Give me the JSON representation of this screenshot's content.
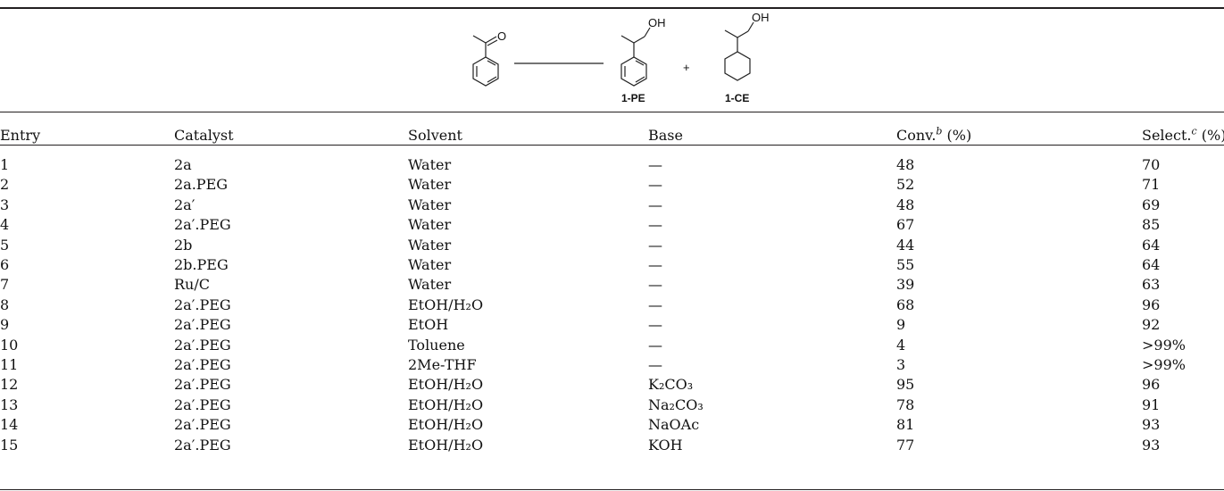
{
  "scheme": {
    "product_labels": [
      "1-PE",
      "1-CE"
    ],
    "plus": "+",
    "oxygen": "O",
    "hydroxyl": "OH"
  },
  "table": {
    "headers": {
      "entry": "Entry",
      "catalyst": "Catalyst",
      "solvent": "Solvent",
      "base": "Base",
      "conv": "Conv.",
      "conv_sup": "b",
      "conv_unit": "(%)",
      "select": "Select.",
      "select_sup": "c",
      "select_unit": "(%)"
    },
    "rows": [
      {
        "entry": "1",
        "catalyst": "2a",
        "solvent": "Water",
        "base": "—",
        "conv": "48",
        "select": "70"
      },
      {
        "entry": "2",
        "catalyst": "2a.PEG",
        "solvent": "Water",
        "base": "—",
        "conv": "52",
        "select": "71"
      },
      {
        "entry": "3",
        "catalyst": "2a′",
        "solvent": "Water",
        "base": "—",
        "conv": "48",
        "select": "69"
      },
      {
        "entry": "4",
        "catalyst": "2a′.PEG",
        "solvent": "Water",
        "base": "—",
        "conv": "67",
        "select": "85"
      },
      {
        "entry": "5",
        "catalyst": "2b",
        "solvent": "Water",
        "base": "—",
        "conv": "44",
        "select": "64"
      },
      {
        "entry": "6",
        "catalyst": "2b.PEG",
        "solvent": "Water",
        "base": "—",
        "conv": "55",
        "select": "64"
      },
      {
        "entry": "7",
        "catalyst": "Ru/C",
        "solvent": "Water",
        "base": "—",
        "conv": "39",
        "select": "63"
      },
      {
        "entry": "8",
        "catalyst": "2a′.PEG",
        "solvent": "EtOH/H₂O",
        "base": "—",
        "conv": "68",
        "select": "96"
      },
      {
        "entry": "9",
        "catalyst": "2a′.PEG",
        "solvent": "EtOH",
        "base": "—",
        "conv": "9",
        "select": "92"
      },
      {
        "entry": "10",
        "catalyst": "2a′.PEG",
        "solvent": "Toluene",
        "base": "—",
        "conv": "4",
        "select": ">99%"
      },
      {
        "entry": "11",
        "catalyst": "2a′.PEG",
        "solvent": "2Me-THF",
        "base": "—",
        "conv": "3",
        "select": ">99%"
      },
      {
        "entry": "12",
        "catalyst": "2a′.PEG",
        "solvent": "EtOH/H₂O",
        "base": "K₂CO₃",
        "conv": "95",
        "select": "96"
      },
      {
        "entry": "13",
        "catalyst": "2a′.PEG",
        "solvent": "EtOH/H₂O",
        "base": "Na₂CO₃",
        "conv": "78",
        "select": "91"
      },
      {
        "entry": "14",
        "catalyst": "2a′.PEG",
        "solvent": "EtOH/H₂O",
        "base": "NaOAc",
        "conv": "81",
        "select": "93"
      },
      {
        "entry": "15",
        "catalyst": "2a′.PEG",
        "solvent": "EtOH/H₂O",
        "base": "KOH",
        "conv": "77",
        "select": "93"
      }
    ]
  }
}
